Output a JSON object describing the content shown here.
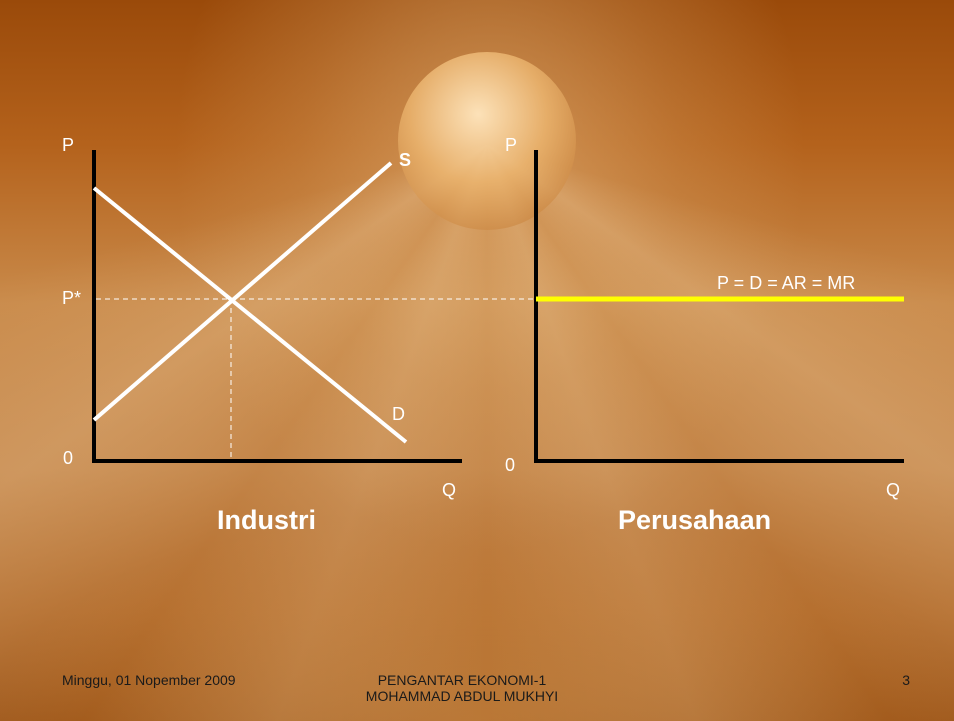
{
  "left_chart": {
    "y_label": "P",
    "x_label": "Q",
    "origin": "0",
    "price_label": "P*",
    "supply_label": "S",
    "demand_label": "D",
    "title": "Industri"
  },
  "right_chart": {
    "y_label": "P",
    "x_label": "Q",
    "origin": "0",
    "line_label": "P = D = AR = MR",
    "title": "Perusahaan"
  },
  "footer": {
    "date": "Minggu, 01 Nopember 2009",
    "course": "PENGANTAR EKONOMI-1",
    "author": "MOHAMMAD ABDUL MUKHYI",
    "page": "3"
  },
  "colors": {
    "axis": "#000000",
    "curves": "#ffffff",
    "firm_line": "#ffff00"
  }
}
